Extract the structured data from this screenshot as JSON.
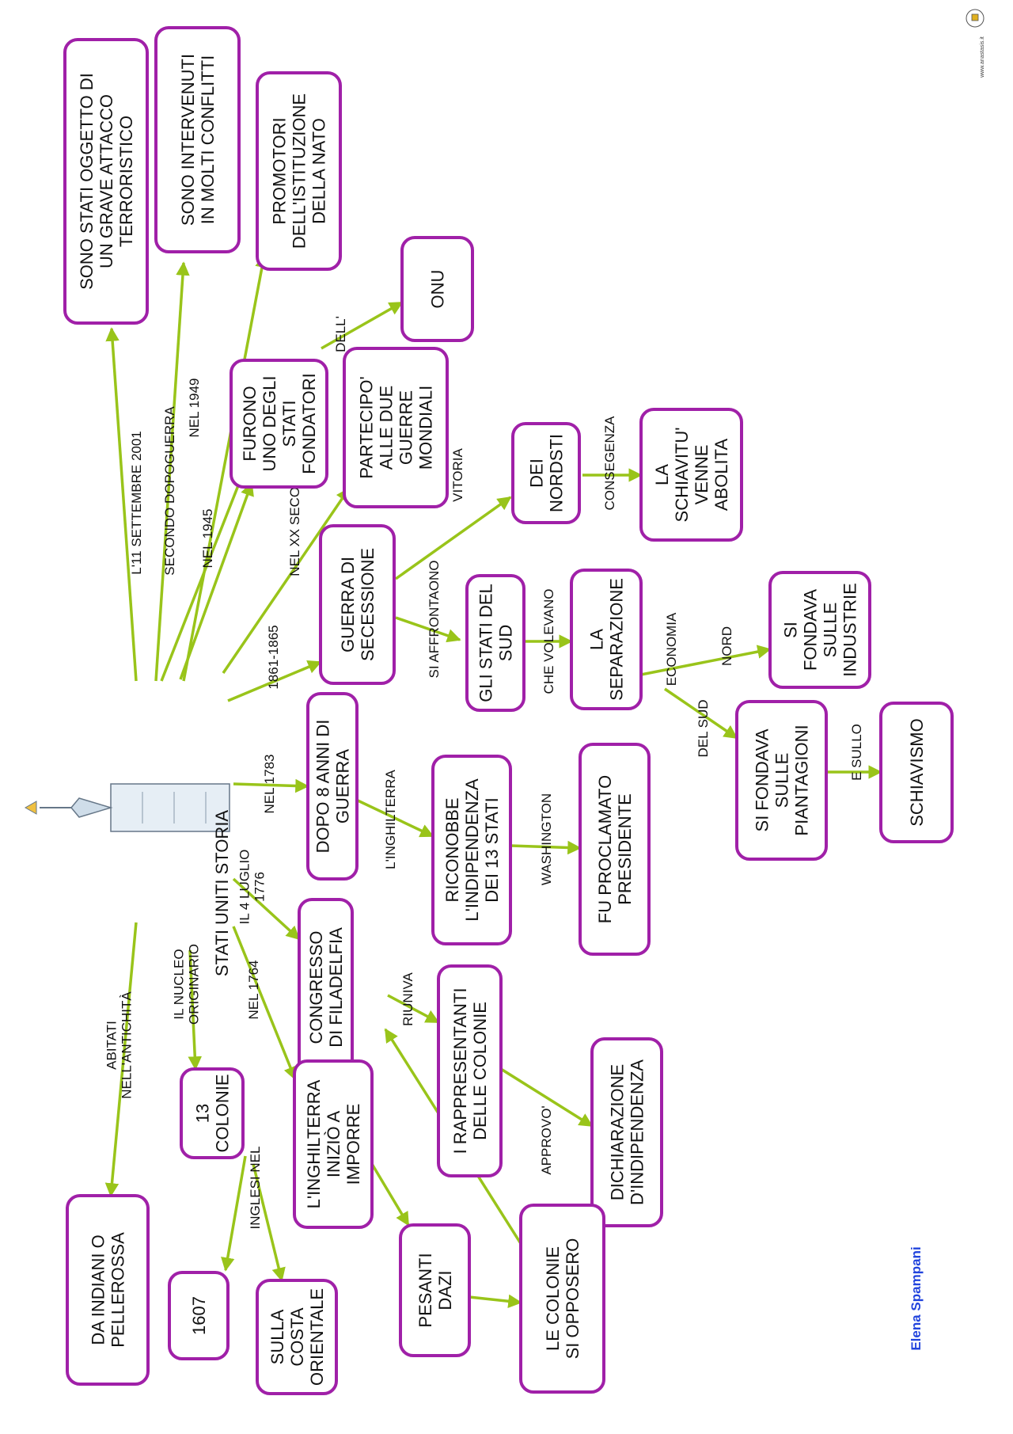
{
  "root": {
    "label": "STATI UNITI STORIA",
    "icon": "statue-of-liberty-icon"
  },
  "colors": {
    "node_border": "#a020a8",
    "edge": "#99c41a",
    "author": "#2244dd"
  },
  "nodes": {
    "oggetto_attacco": [
      "SONO STATI OGGETTO DI",
      "UN GRAVE ATTACCO",
      "TERRORISTICO"
    ],
    "intervenuti": [
      "SONO INTERVENUTI",
      "IN MOLTI CONFLITTI"
    ],
    "promotori": [
      "PROMOTORI",
      "DELL'ISTITUZIONE",
      "DELLA NATO"
    ],
    "onu": [
      "ONU"
    ],
    "fondatori": [
      "FURONO",
      "UNO DEGLI",
      "STATI",
      "FONDATORI"
    ],
    "partecipo": [
      "PARTECIPO'",
      "ALLE DUE",
      "GUERRE",
      "MONDIALI"
    ],
    "nordisti": [
      "DEI",
      "NORDSTI"
    ],
    "schiavitu_abolita": [
      "LA",
      "SCHIAVITU'",
      "VENNE",
      "ABOLITA"
    ],
    "guerra_secessione": [
      "GUERRA DI",
      "SECESSIONE"
    ],
    "stati_sud": [
      "GLI STATI DEL",
      "SUD"
    ],
    "separazione": [
      "LA",
      "SEPARAZIONE"
    ],
    "industrie": [
      "SI",
      "FONDAVA",
      "SULLE",
      "INDUSTRIE"
    ],
    "piantagioni": [
      "SI FONDAVA",
      "SULLE",
      "PIANTAGIONI"
    ],
    "schiavismo": [
      "SCHIAVISMO"
    ],
    "dopo_8_anni": [
      "DOPO 8 ANNI DI",
      "GUERRA"
    ],
    "riconobbe": [
      "RICONOBBE",
      "L'INDIPENDENZA",
      "DEI 13 STATI"
    ],
    "presidente": [
      "FU PROCLAMATO",
      "PRESIDENTE"
    ],
    "congresso": [
      "CONGRESSO",
      "DI FILADELFIA"
    ],
    "rappresentanti": [
      "I RAPPRESENTANTI",
      "DELLE COLONIE"
    ],
    "dichiarazione": [
      "DICHIARAZIONE",
      "D'INDIPENDENZA"
    ],
    "inghilterra_imporre": [
      "L'INGHILTERRA",
      "INIZIÒ A",
      "IMPORRE"
    ],
    "tredici_colonie": [
      "13",
      "COLONIE"
    ],
    "indiani": [
      "DA INDIANI O",
      "PELLEROSSA"
    ],
    "anno_1607": [
      "1607"
    ],
    "costa_orientale": [
      "SULLA",
      "COSTA",
      "ORIENTALE"
    ],
    "pesanti_dazi": [
      "PESANTI",
      "DAZI"
    ],
    "colonie_opposero": [
      "LE COLONIE",
      "SI OPPOSERO"
    ]
  },
  "edge_labels": {
    "settembre": [
      "L'11 SETTEMBRE 2001"
    ],
    "dopoguerra": [
      "SECONDO DOPOGUERRA"
    ],
    "nel1949": [
      "NEL 1949"
    ],
    "nel1945": [
      "NEL 1945"
    ],
    "dell": [
      "DELL'"
    ],
    "xx_secolo": [
      "NEL XX SECOLO"
    ],
    "vitoria": [
      "VITORIA"
    ],
    "consegenza": [
      "CONSEGENZA"
    ],
    "si_affrontaono": [
      "SI AFFRONTAONO"
    ],
    "che_volevano": [
      "CHE VOLEVANO"
    ],
    "economia": [
      "ECONOMIA"
    ],
    "nord": [
      "NORD"
    ],
    "del_sud": [
      "DEL SUD"
    ],
    "e_sullo": [
      "E SULLO"
    ],
    "anni_1861": [
      "1861-1865"
    ],
    "nel1783": [
      "NEL 1783"
    ],
    "inghilterra": [
      "L'INGHILTERRA"
    ],
    "washington": [
      "WASHINGTON"
    ],
    "luglio": [
      "IL 4 LUGLIO",
      "1776"
    ],
    "riuniva": [
      "RIUNIVA"
    ],
    "approvo": [
      "APPROVO'"
    ],
    "nel1764": [
      "NEL 1764"
    ],
    "nucleo": [
      "IL NUCLEO",
      "ORIGINARIO"
    ],
    "abitati": [
      "ABITATI",
      "NELL'ANTICHITÀ"
    ],
    "inglesi": [
      "INGLESI NEL"
    ]
  },
  "footer": {
    "author": "Elena Spampani",
    "site": "www.anastasis.it"
  }
}
